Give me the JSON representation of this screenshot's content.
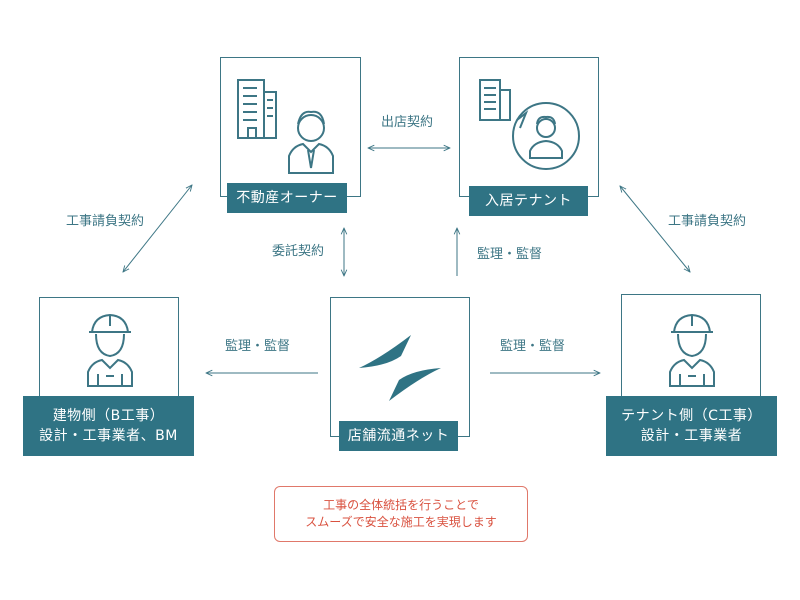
{
  "nodes": {
    "owner": {
      "label": "不動産オーナー"
    },
    "tenant": {
      "label": "入居テナント"
    },
    "building": {
      "label_line1": "建物側（B工事）",
      "label_line2": "設計・工事業者、BM"
    },
    "center": {
      "label": "店舗流通ネット"
    },
    "tenant_side": {
      "label_line1": "テナント側（C工事）",
      "label_line2": "設計・工事業者"
    }
  },
  "relations": {
    "owner_tenant": "出店契約",
    "owner_building": "工事請負契約",
    "tenant_tenantside": "工事請負契約",
    "owner_center": "委託契約",
    "center_tenant": "監理・監督",
    "center_building": "監理・監督",
    "center_tenantside": "監理・監督"
  },
  "note": {
    "line1": "工事の全体統括を行うことで",
    "line2": "スムーズで安全な施工を実現します"
  },
  "colors": {
    "primary": "#2f7384",
    "line": "#3d7685",
    "note_border": "#e0786a",
    "note_text": "#d9513f"
  },
  "icons": {
    "owner": "building-businessman-icon",
    "tenant": "building-speech-bubble-person-icon",
    "building": "hardhat-worker-icon",
    "center": "company-logo-icon",
    "tenant_side": "hardhat-worker-icon"
  }
}
